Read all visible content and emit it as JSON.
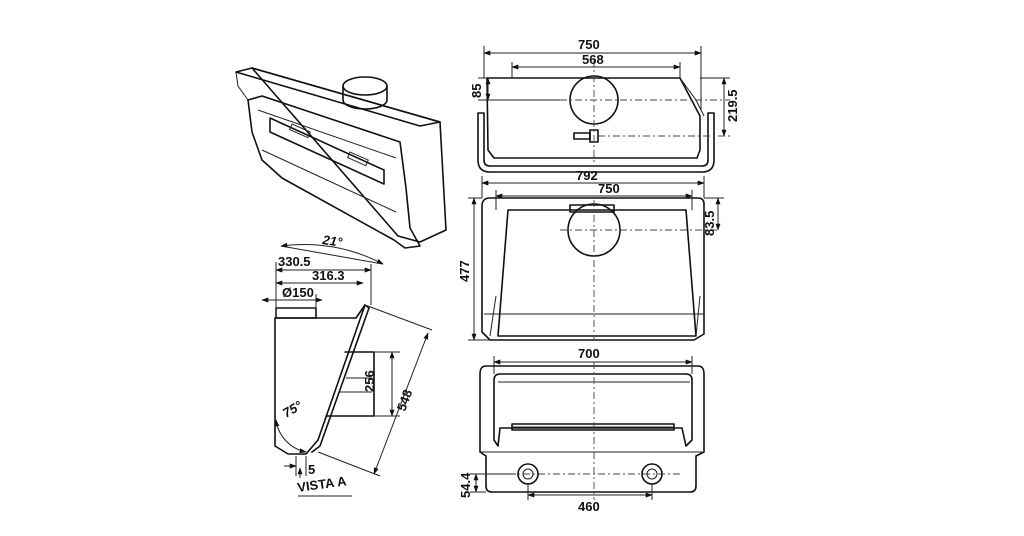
{
  "labels": {
    "w750_top": "750",
    "w568": "568",
    "h85": "85",
    "h219_5": "219.5",
    "w792": "792",
    "w750_mid": "750",
    "h83_5": "83.5",
    "h477": "477",
    "w700": "700",
    "h54_4": "54.4",
    "w460": "460",
    "angle21": "21°",
    "d330_5": "330.5",
    "d316_3": "316.3",
    "dia150": "Ø150",
    "d256": "256",
    "d548": "548",
    "angle75": "75°",
    "d5": "5",
    "vista": "VISTA A"
  }
}
